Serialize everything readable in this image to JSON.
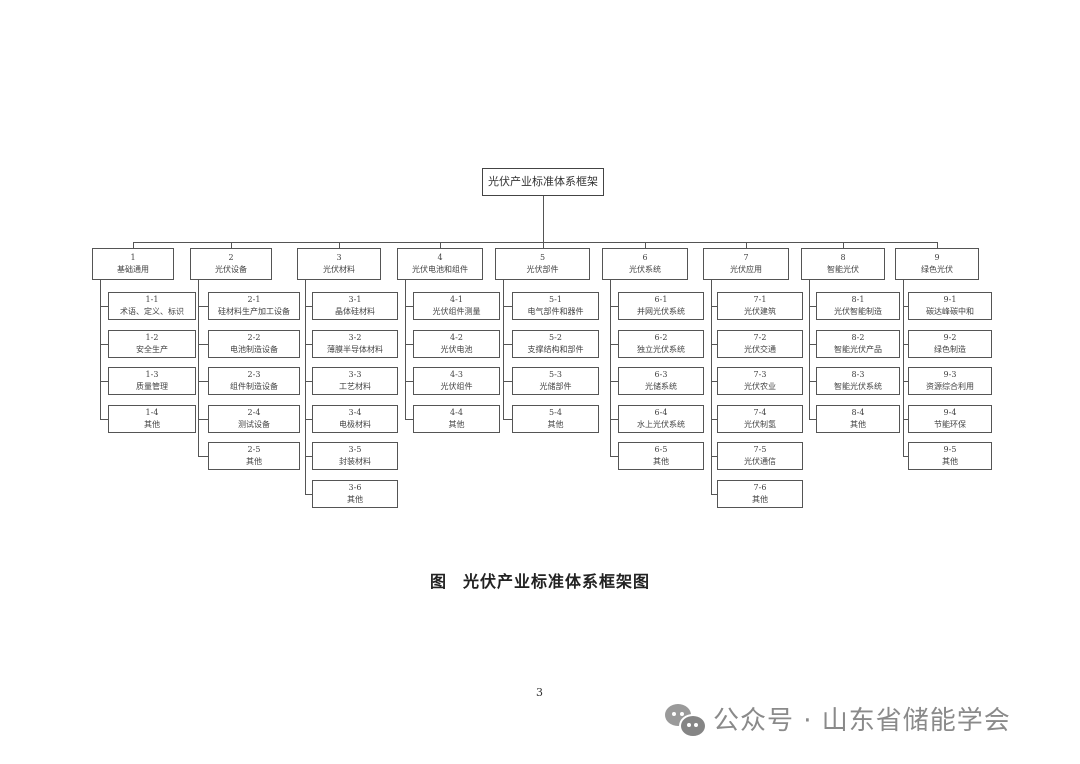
{
  "diagram": {
    "root": "光伏产业标准体系框架",
    "categories": [
      {
        "code": "1",
        "name": "基础通用",
        "children": [
          {
            "code": "1-1",
            "name": "术语、定义、标识"
          },
          {
            "code": "1-2",
            "name": "安全生产"
          },
          {
            "code": "1-3",
            "name": "质量管理"
          },
          {
            "code": "1-4",
            "name": "其他"
          }
        ]
      },
      {
        "code": "2",
        "name": "光伏设备",
        "children": [
          {
            "code": "2-1",
            "name": "硅材料生产加工设备"
          },
          {
            "code": "2-2",
            "name": "电池制造设备"
          },
          {
            "code": "2-3",
            "name": "组件制造设备"
          },
          {
            "code": "2-4",
            "name": "测试设备"
          },
          {
            "code": "2-5",
            "name": "其他"
          }
        ]
      },
      {
        "code": "3",
        "name": "光伏材料",
        "children": [
          {
            "code": "3-1",
            "name": "晶体硅材料"
          },
          {
            "code": "3-2",
            "name": "薄膜半导体材料"
          },
          {
            "code": "3-3",
            "name": "工艺材料"
          },
          {
            "code": "3-4",
            "name": "电极材料"
          },
          {
            "code": "3-5",
            "name": "封装材料"
          },
          {
            "code": "3-6",
            "name": "其他"
          }
        ]
      },
      {
        "code": "4",
        "name": "光伏电池和组件",
        "children": [
          {
            "code": "4-1",
            "name": "光伏组件测量"
          },
          {
            "code": "4-2",
            "name": "光伏电池"
          },
          {
            "code": "4-3",
            "name": "光伏组件"
          },
          {
            "code": "4-4",
            "name": "其他"
          }
        ]
      },
      {
        "code": "5",
        "name": "光伏部件",
        "children": [
          {
            "code": "5-1",
            "name": "电气部件和器件"
          },
          {
            "code": "5-2",
            "name": "支撑结构和部件"
          },
          {
            "code": "5-3",
            "name": "光储部件"
          },
          {
            "code": "5-4",
            "name": "其他"
          }
        ]
      },
      {
        "code": "6",
        "name": "光伏系统",
        "children": [
          {
            "code": "6-1",
            "name": "并网光伏系统"
          },
          {
            "code": "6-2",
            "name": "独立光伏系统"
          },
          {
            "code": "6-3",
            "name": "光储系统"
          },
          {
            "code": "6-4",
            "name": "水上光伏系统"
          },
          {
            "code": "6-5",
            "name": "其他"
          }
        ]
      },
      {
        "code": "7",
        "name": "光伏应用",
        "children": [
          {
            "code": "7-1",
            "name": "光伏建筑"
          },
          {
            "code": "7-2",
            "name": "光伏交通"
          },
          {
            "code": "7-3",
            "name": "光伏农业"
          },
          {
            "code": "7-4",
            "name": "光伏制氢"
          },
          {
            "code": "7-5",
            "name": "光伏通信"
          },
          {
            "code": "7-6",
            "name": "其他"
          }
        ]
      },
      {
        "code": "8",
        "name": "智能光伏",
        "children": [
          {
            "code": "8-1",
            "name": "光伏智能制造"
          },
          {
            "code": "8-2",
            "name": "智能光伏产品"
          },
          {
            "code": "8-3",
            "name": "智能光伏系统"
          },
          {
            "code": "8-4",
            "name": "其他"
          }
        ]
      },
      {
        "code": "9",
        "name": "绿色光伏",
        "children": [
          {
            "code": "9-1",
            "name": "碳达峰碳中和"
          },
          {
            "code": "9-2",
            "name": "绿色制造"
          },
          {
            "code": "9-3",
            "name": "资源综合利用"
          },
          {
            "code": "9-4",
            "name": "节能环保"
          },
          {
            "code": "9-5",
            "name": "其他"
          }
        ]
      }
    ]
  },
  "caption": {
    "prefix": "图",
    "title": "光伏产业标准体系框架图"
  },
  "page_number": "3",
  "watermark": {
    "icon": "wechat-icon",
    "text": "公众号 · 山东省储能学会"
  }
}
